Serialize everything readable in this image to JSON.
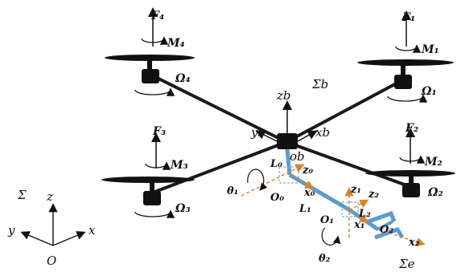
{
  "labels": {
    "F4": "F₄",
    "M4": "M₄",
    "Omega4": "Ω₄",
    "F1": "F₁",
    "M1": "M₁",
    "Omega1": "Ω₁",
    "F3": "F₃",
    "M3": "M₃",
    "Omega3": "Ω₃",
    "F2": "F₂",
    "M2": "M₂",
    "Omega2": "Ω₂",
    "sigma_b": "Σb",
    "z_b": "zb",
    "y_b": "yb",
    "x_b": "xb",
    "o_b": "ob",
    "L0": "L₀",
    "z0": "z₀",
    "x0": "x₀",
    "O0": "O₀",
    "theta1": "θ₁",
    "L1": "L₁",
    "z1": "z₁",
    "x1": "x₁",
    "O1": "O₁",
    "z2": "z₂",
    "L2": "L₂",
    "O2": "O₂",
    "x2": "x₂",
    "theta2": "θ₂",
    "sigma_e": "Σe",
    "sigma": "Σ",
    "z": "z",
    "y": "y",
    "x": "x",
    "O": "O"
  },
  "colors": {
    "arm": "#1a1a1a",
    "manipulator": "#5b9bd5",
    "axis_dashed": "#d9822b"
  }
}
